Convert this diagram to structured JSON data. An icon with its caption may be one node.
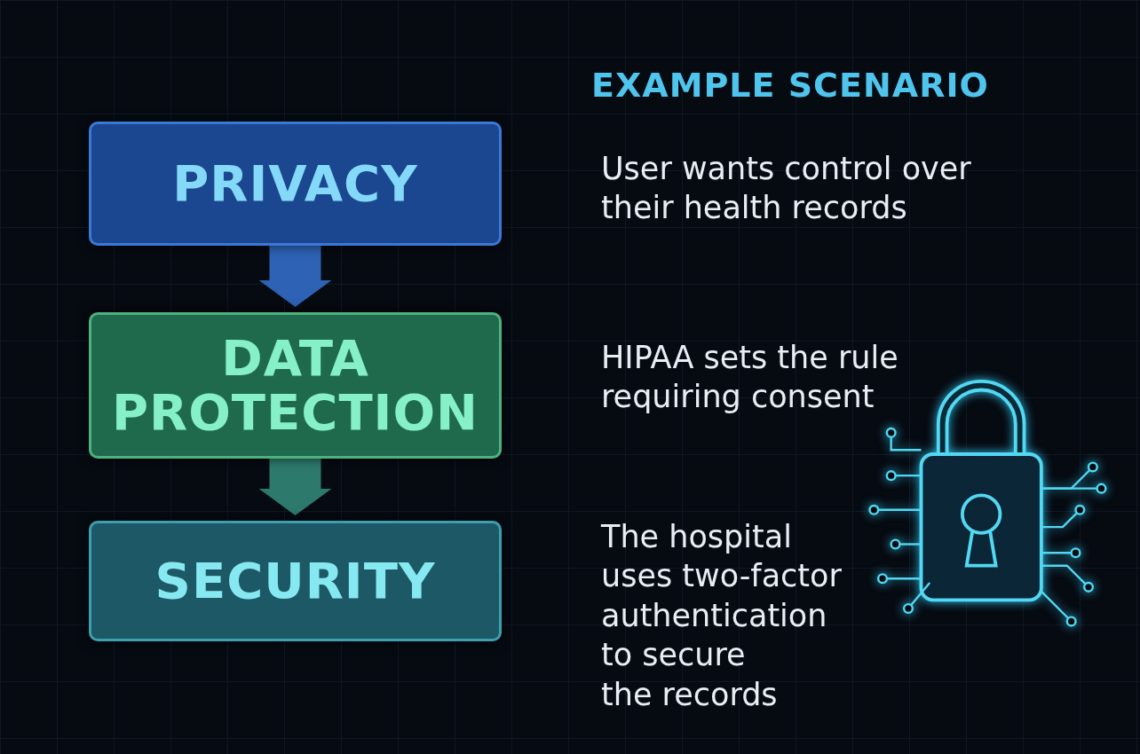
{
  "diagram": {
    "nodes": [
      {
        "text": [
          "PRIVACY"
        ]
      },
      {
        "text": [
          "DATA PROTECTION"
        ]
      },
      {
        "text": [
          "SECURITY"
        ]
      },
      {
        "text": [],
        "shape": "picture"
      }
    ],
    "edges": [
      {
        "from": 0,
        "to": 1,
        "arrow": "to",
        "color": "#2e62b5"
      },
      {
        "from": 1,
        "to": 2,
        "arrow": "to",
        "color": "#2d7a6c"
      }
    ],
    "labels": [
      "EXAMPLE SCENARIO",
      "User wants control over their health records",
      "HIPAA sets the rule requiring consent",
      "The hospital uses two-factor authentication to secure the records"
    ]
  }
}
